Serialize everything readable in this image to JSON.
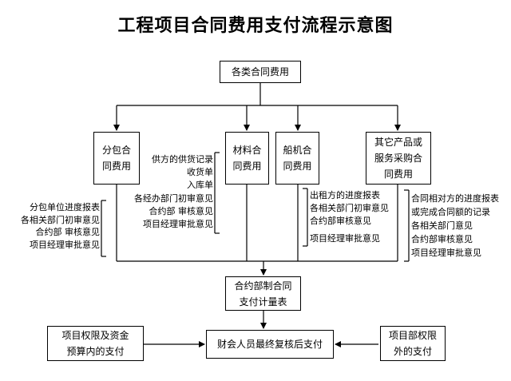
{
  "title": "工程项目合同费用支付流程示意图",
  "nodes": {
    "top": "各类合同费用",
    "subcontract": "分包合\n同费用",
    "material": "材料合\n同费用",
    "ship": "船机合\n同费用",
    "other": "其它产品或\n服务采购合\n同费用",
    "contract_dept": "合约部制合同\n支付计量表",
    "finance": "财会人员最终复核后支付",
    "within_budget": "项目权限及资金\n预算内的支付",
    "outside_authority": "项目部权限\n外的支付"
  },
  "notes": {
    "subcontract": [
      "分包单位进度报表",
      "各相关部门初审意见",
      "合约部 审核意见",
      "项目经理审批意见"
    ],
    "material": [
      "供方的供货记录",
      "收货单",
      "入库单",
      "各经办部门初审意见",
      "合约部 审核意见",
      "项目经理审批意见"
    ],
    "ship": [
      "出租方的进度报表",
      "各相关部门初审意见",
      "合约部审核意见",
      "项目经理审批意见"
    ],
    "other": [
      "合同相对方的进度报表",
      "或完成合同额的记录",
      "各相关部门意见",
      "合约部审核意见",
      "项目经理审批意见"
    ]
  }
}
